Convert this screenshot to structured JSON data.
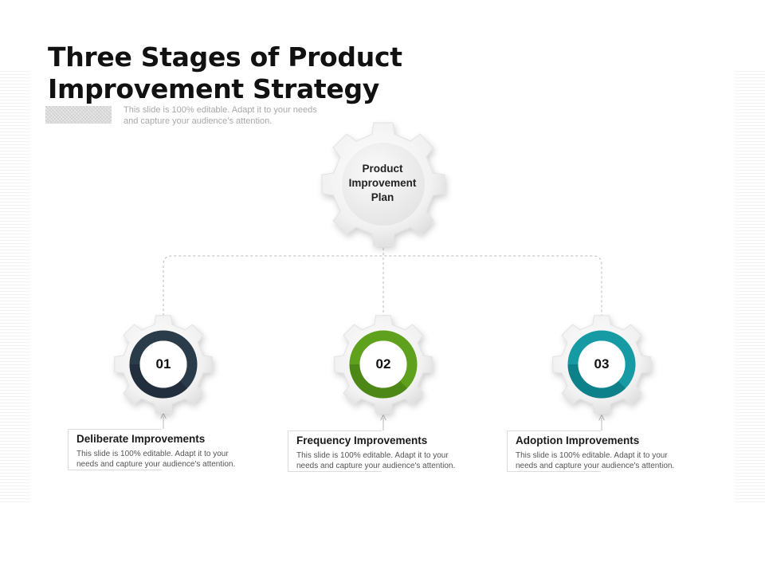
{
  "slide": {
    "title_line1": "Three Stages of Product",
    "title_line2": "Improvement Strategy",
    "subtitle_line1": "This slide is 100% editable. Adapt it to your needs",
    "subtitle_line2": "and capture your audience’s attention."
  },
  "center_gear": {
    "label_line1": "Product",
    "label_line2": "Improvement",
    "label_line3": "Plan"
  },
  "stages": [
    {
      "number": "01",
      "title": "Deliberate Improvements",
      "text_line1": "This slide is 100% editable.  Adapt it to your",
      "text_line2": "needs and capture your audience's attention.",
      "color": "#2b3a4a"
    },
    {
      "number": "02",
      "title": "Frequency Improvements",
      "text_line1": "This slide is 100% editable.  Adapt it to your",
      "text_line2": "needs and capture your audience's attention.",
      "color": "#5fa11e"
    },
    {
      "number": "03",
      "title": "Adoption Improvements",
      "text_line1": "This slide is 100% editable.  Adapt it to your",
      "text_line2": "needs and capture your audience's attention.",
      "color": "#139aa3"
    }
  ]
}
